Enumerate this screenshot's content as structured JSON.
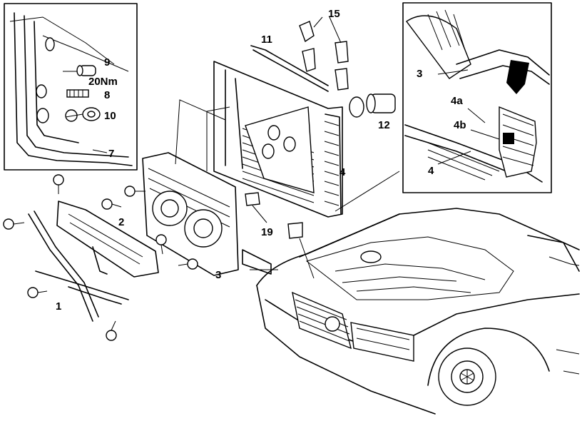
{
  "callouts": {
    "c1": "1",
    "c2": "2",
    "c3": "3",
    "c4": "4",
    "c7": "7",
    "c8": "8",
    "c9": "9",
    "c10": "10",
    "c11": "11",
    "c12": "12",
    "c15": "15",
    "c19": "19",
    "torque": "20Nm",
    "inset_c3": "3",
    "inset_c4": "4",
    "inset_c4a": "4a",
    "inset_c4b": "4b"
  },
  "colors": {
    "ink": "#000000",
    "paper": "#ffffff"
  }
}
